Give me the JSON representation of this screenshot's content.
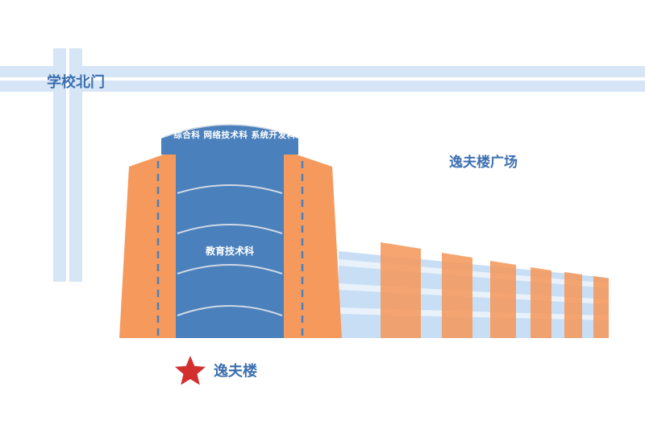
{
  "labels": {
    "north_gate": "学校北门",
    "plaza": "逸夫楼广场",
    "building": "逸夫楼",
    "roof_sign": "综合科 网络技术科 系统开发科",
    "department": "教育技术科"
  },
  "icons": {
    "location_marker": "star-icon"
  },
  "colors": {
    "road": "#d6e6f6",
    "road_line": "#ffffff",
    "orange": "#f5995c",
    "blue": "#4a81bd",
    "light_blue": "#c7def5",
    "label_text": "#3d6fb0",
    "marker": "#d32f2f"
  }
}
